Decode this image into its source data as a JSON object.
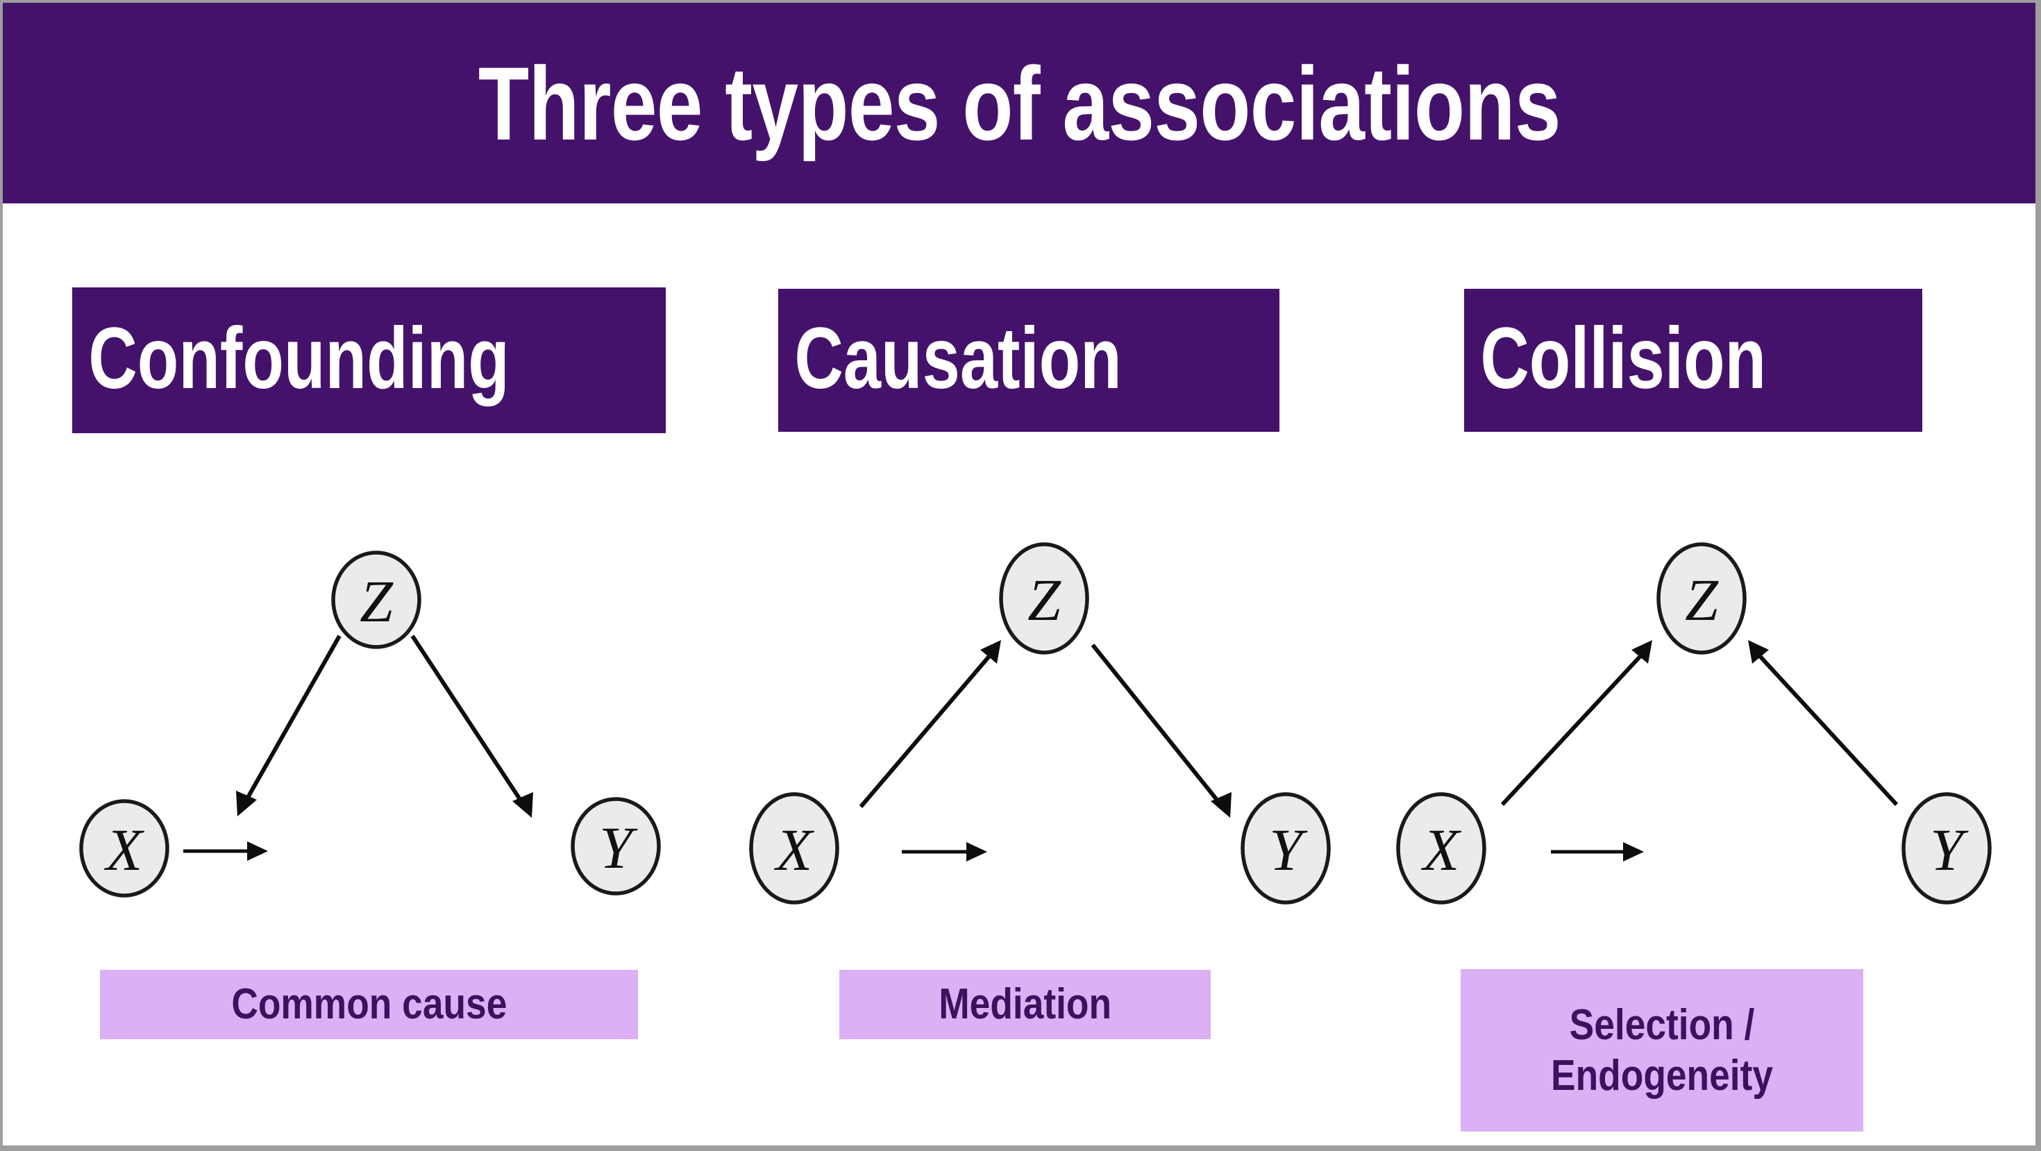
{
  "slide": {
    "title": "Three types of associations",
    "colors": {
      "header_purple": "#45126b",
      "caption_lavender": "#dcb0f5",
      "caption_text_purple": "#3d1060",
      "node_fill": "#ebebeb",
      "node_stroke": "#1a1a1a",
      "frame_gray": "#9e9e9e",
      "background": "#ffffff"
    }
  },
  "columns": [
    {
      "id": "confounding",
      "header": "Confounding",
      "caption": "Common cause",
      "nodes": [
        {
          "id": "Z",
          "label": "Z",
          "position": "top-center"
        },
        {
          "id": "X",
          "label": "X",
          "position": "bottom-left"
        },
        {
          "id": "Y",
          "label": "Y",
          "position": "bottom-right"
        }
      ],
      "edges": [
        {
          "from": "Z",
          "to": "X",
          "direction": "down-left",
          "arrow": "to"
        },
        {
          "from": "Z",
          "to": "Y",
          "direction": "down-right",
          "arrow": "to"
        },
        {
          "from": "X",
          "to": "Y",
          "direction": "horizontal",
          "arrow": "to"
        }
      ]
    },
    {
      "id": "causation",
      "header": "Causation",
      "caption": "Mediation",
      "nodes": [
        {
          "id": "Z",
          "label": "Z",
          "position": "top-center"
        },
        {
          "id": "X",
          "label": "X",
          "position": "bottom-left"
        },
        {
          "id": "Y",
          "label": "Y",
          "position": "bottom-right"
        }
      ],
      "edges": [
        {
          "from": "X",
          "to": "Z",
          "direction": "up-right",
          "arrow": "to"
        },
        {
          "from": "Z",
          "to": "Y",
          "direction": "down-right",
          "arrow": "to"
        },
        {
          "from": "X",
          "to": "Y",
          "direction": "horizontal",
          "arrow": "to"
        }
      ]
    },
    {
      "id": "collision",
      "header": "Collision",
      "caption": "Selection /\nEndogeneity",
      "nodes": [
        {
          "id": "Z",
          "label": "Z",
          "position": "top-center"
        },
        {
          "id": "X",
          "label": "X",
          "position": "bottom-left"
        },
        {
          "id": "Y",
          "label": "Y",
          "position": "bottom-right"
        }
      ],
      "edges": [
        {
          "from": "X",
          "to": "Z",
          "direction": "up-right",
          "arrow": "to"
        },
        {
          "from": "Y",
          "to": "Z",
          "direction": "up-left",
          "arrow": "to"
        },
        {
          "from": "X",
          "to": "Y",
          "direction": "horizontal",
          "arrow": "to"
        }
      ]
    }
  ]
}
